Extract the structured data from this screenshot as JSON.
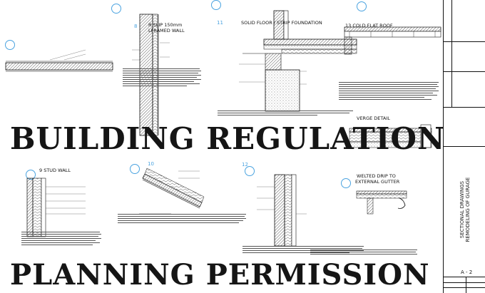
{
  "headline": {
    "line1": "BUILDING REGULATION",
    "line2": "PLANNING PERMISSION"
  },
  "drawing_titles": {
    "wall_top": "R SLIP 150mm",
    "wall_top_2": "LFRAMED WALL",
    "foundation": "SOLID FLOOR / STRIP FOUNDATION",
    "flat_roof": "13 COLD FLAT ROOF",
    "stud_wall": "9 STUD WALL",
    "verge": "VERGE DETAIL",
    "drip_1": "WELTED DRIP TO",
    "drip_2": "EXTERNAL GUTTER"
  },
  "reference_numbers": [
    "8",
    "11",
    "10",
    "12"
  ],
  "title_block": {
    "sheet_title_1": "SECTIONAL DRAWINGS",
    "sheet_title_2": "REMODELING OF GURAGE",
    "sheet_number": "A - 2"
  },
  "colors": {
    "ink": "#151515",
    "marker": "#4aa3e0",
    "hatch": "#333333"
  }
}
